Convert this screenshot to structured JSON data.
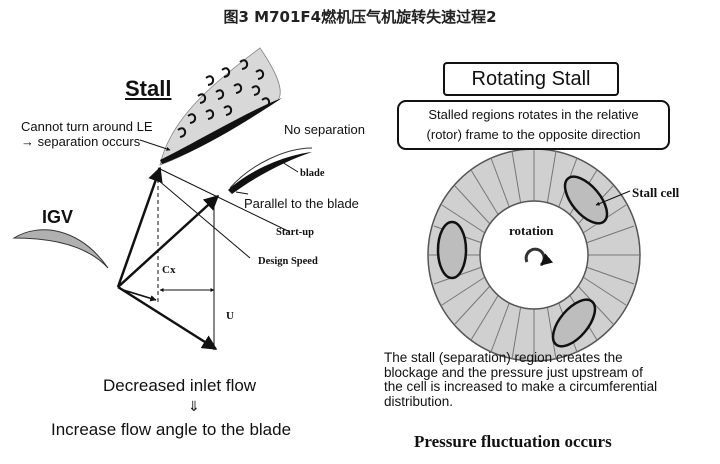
{
  "figure_title": "图3 M701F4燃机压气机旋转失速过程2",
  "left_panel": {
    "stall_heading": "Stall",
    "cannot_turn_line1": "Cannot turn around LE",
    "cannot_turn_line2": "→ separation occurs",
    "no_separation": "No separation",
    "blade_label": "blade",
    "parallel_label": "Parallel to the blade",
    "igv_label": "IGV",
    "startup_label": "Start-up",
    "design_speed_label": "Design Speed",
    "cx_label": "Cx",
    "u_label": "U",
    "decreased_flow": "Decreased inlet flow",
    "arrow_down": "⇓",
    "increase_angle": "Increase flow angle to the blade"
  },
  "right_panel": {
    "title": "Rotating Stall",
    "desc_line1": "Stalled regions rotates in the relative",
    "desc_line2": "(rotor) frame to the opposite direction",
    "stall_cell_label": "Stall cell",
    "rotation_label": "rotation",
    "bottom_line1": "The stall (separation) region creates the",
    "bottom_line2": "blockage and the pressure just upstream of",
    "bottom_line3": "the cell is increased to make a circumferential",
    "bottom_line4": "distribution.",
    "pressure_label": "Pressure fluctuation occurs"
  },
  "colors": {
    "blade_gray": "#b0b0b0",
    "ink": "#111111",
    "wheel_gray": "#cfcfcf",
    "wheel_light": "#e8e8e8"
  }
}
